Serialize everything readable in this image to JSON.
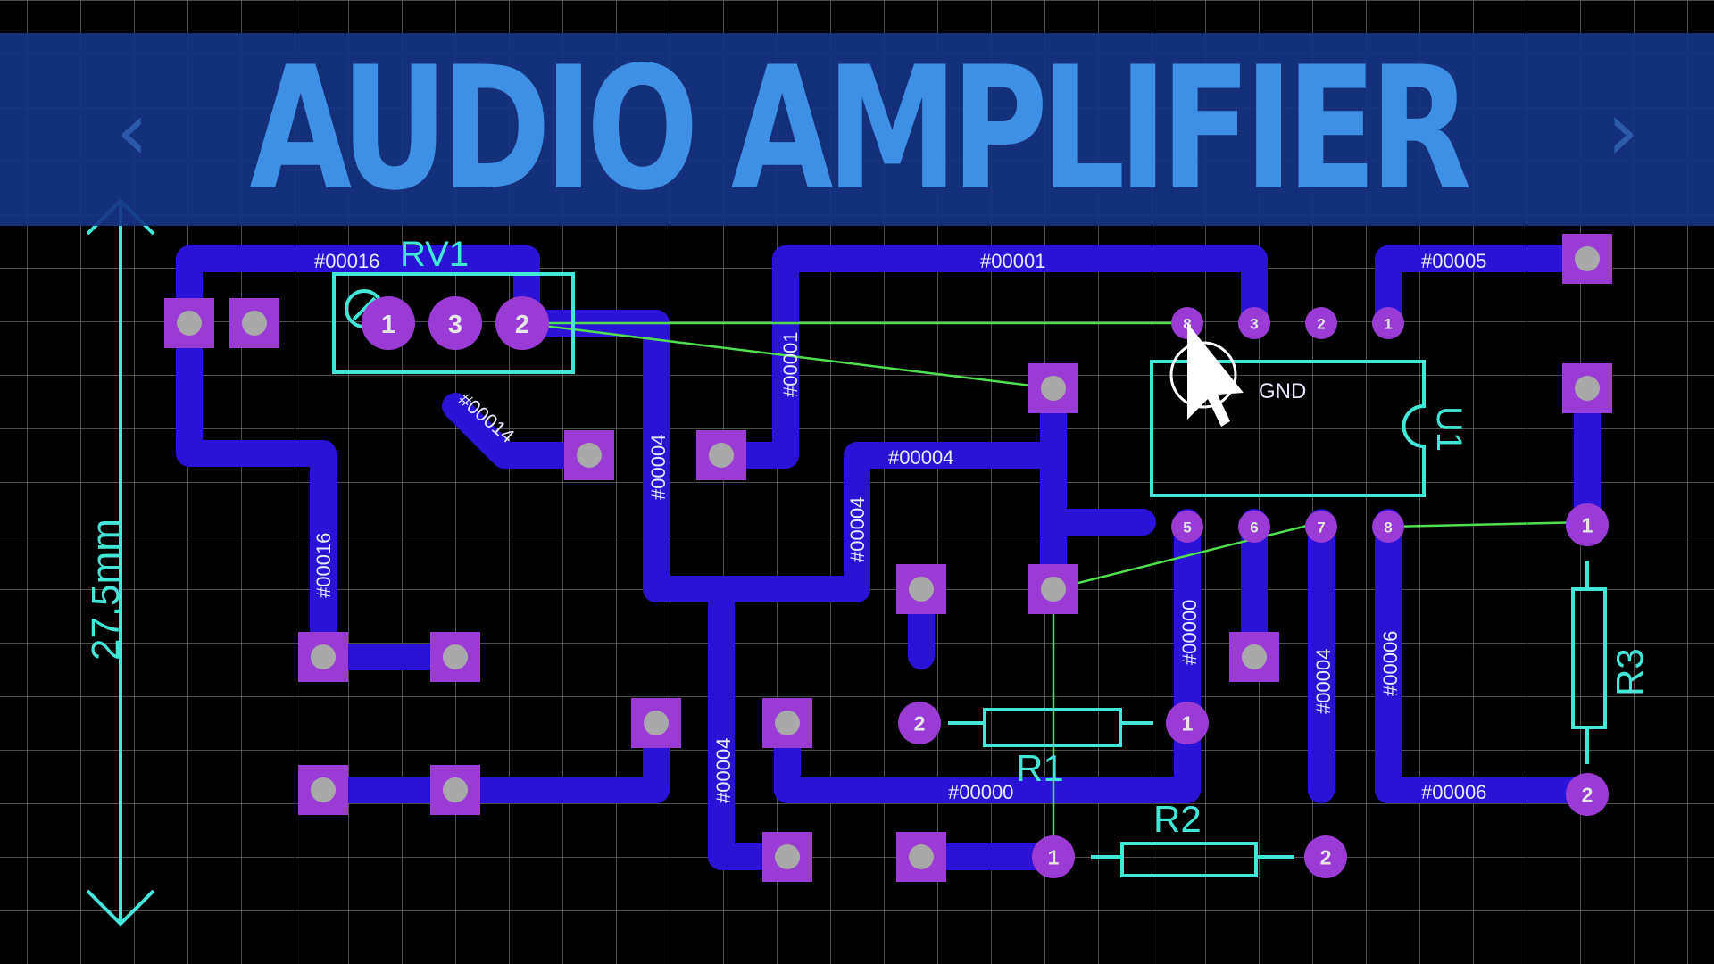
{
  "banner": {
    "title": "AUDIO AMPLIFIER",
    "arrow_left": "‹",
    "arrow_right": "›"
  },
  "colors": {
    "background": "#000000",
    "grid": "#8a8a8a",
    "track": "#2a12d6",
    "pad": "#9b3bd6",
    "silk": "#43e7d8",
    "ratsnest": "#4fe04f",
    "banner_bg": "#163484",
    "banner_text": "#3f8fe6"
  },
  "dimension": {
    "label": "27.5mm"
  },
  "components": {
    "rv1": {
      "ref": "RV1",
      "pins": [
        "1",
        "3",
        "2"
      ]
    },
    "u1": {
      "ref": "U1",
      "gnd": "GND",
      "top_pins": [
        "8",
        "3",
        "2",
        "1"
      ],
      "bottom_pins": [
        "5",
        "6",
        "7",
        "8"
      ]
    },
    "r1": {
      "ref": "R1",
      "pin_a": "2",
      "pin_b": "1"
    },
    "r2": {
      "ref": "R2",
      "pin_a": "1",
      "pin_b": "2"
    },
    "r3": {
      "ref": "R3",
      "pin_a": "1",
      "pin_b": "2"
    }
  },
  "nets": {
    "n1": "#00016",
    "n2": "#00001",
    "n3": "#00005",
    "n4": "#00001",
    "n5": "#00014",
    "n6": "#00004",
    "n7": "#00004",
    "n8": "#00004",
    "n9": "#00016",
    "n10": "#00000",
    "n11": "#00004",
    "n12": "#00006",
    "n13": "#00004",
    "n14": "#00000",
    "n15": "#00006"
  }
}
